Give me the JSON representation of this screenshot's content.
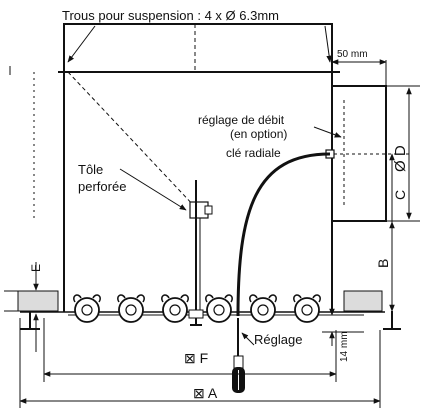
{
  "labels": {
    "suspension_holes": "Trous pour suspension : 4 x Ø 6.3mm",
    "dim_50mm": "50 mm",
    "flow_adjust_line1": "réglage de débit",
    "flow_adjust_line2": "(en option)",
    "radial_key": "clé radiale",
    "perforated_line1": "Tôle",
    "perforated_line2": "perforée",
    "dim_F": "⊠ F",
    "dim_A": "⊠ A",
    "reglage": "Réglage",
    "dim_14mm": "14 mm",
    "dim_D": "Ø D",
    "dim_C": "C",
    "dim_B": "B",
    "dim_E": "E"
  },
  "colors": {
    "line": "#111111",
    "panel_fill": "#dcdcdc"
  }
}
